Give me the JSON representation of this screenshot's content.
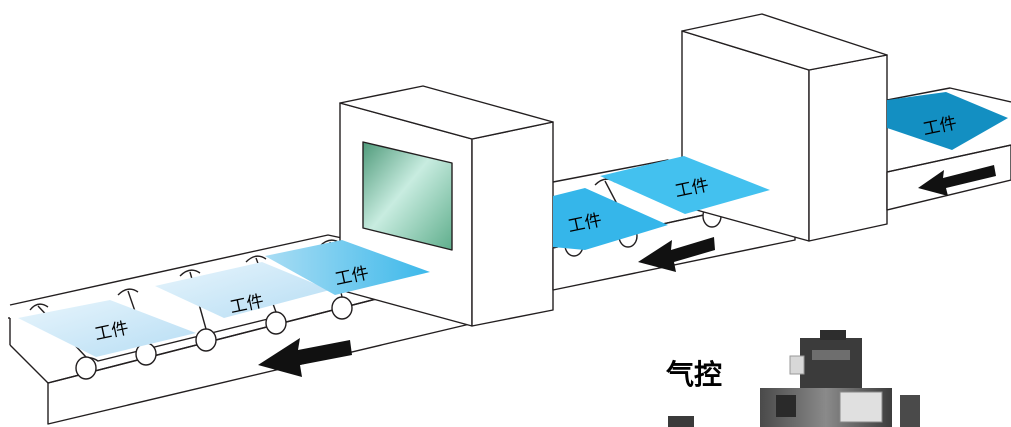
{
  "workpieces": [
    {
      "label": "工件",
      "color": "#cfe8f8"
    },
    {
      "label": "工件",
      "color": "#c7e6f7"
    },
    {
      "label": "工件",
      "color": "#5cc6ee"
    },
    {
      "label": "工件",
      "color": "#35b6ea"
    },
    {
      "label": "工件",
      "color": "#43c1ef"
    },
    {
      "label": "工件",
      "color": "#138fc2"
    }
  ],
  "caption": {
    "text": "气控"
  },
  "colors": {
    "outline": "#231f20",
    "arrow": "#111111",
    "viewing_window": "#8fd0b0",
    "device_body": "#6e6e6e"
  },
  "icons": [
    "left-arrow-icon",
    "viewing-window",
    "pneumatic-valve-photo"
  ]
}
